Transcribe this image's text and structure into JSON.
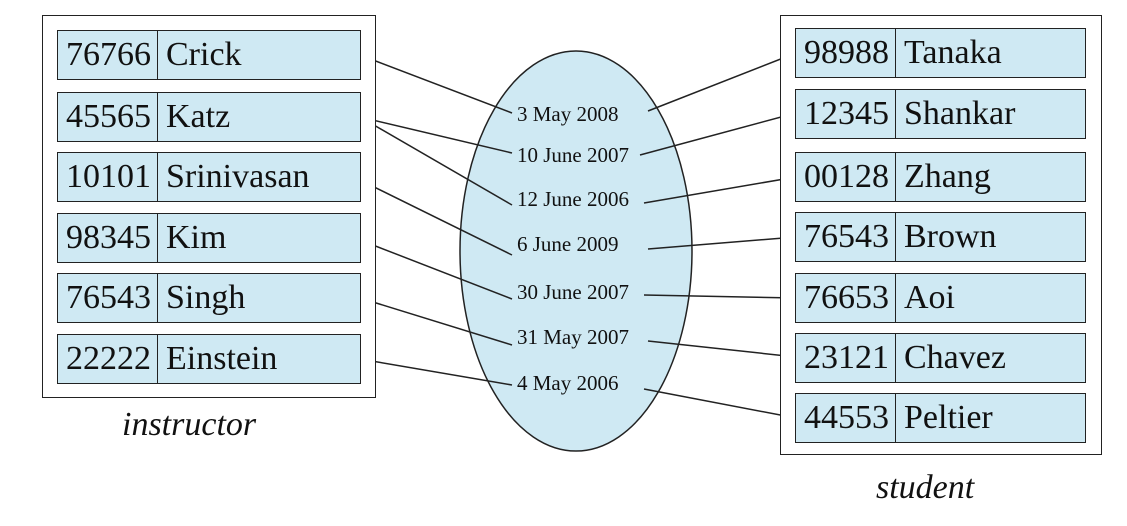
{
  "instructor": {
    "label": "instructor",
    "rows": [
      {
        "id": "76766",
        "name": "Crick"
      },
      {
        "id": "45565",
        "name": "Katz"
      },
      {
        "id": "10101",
        "name": "Srinivasan"
      },
      {
        "id": "98345",
        "name": "Kim"
      },
      {
        "id": "76543",
        "name": "Singh"
      },
      {
        "id": "22222",
        "name": "Einstein"
      }
    ]
  },
  "student": {
    "label": "student",
    "rows": [
      {
        "id": "98988",
        "name": "Tanaka"
      },
      {
        "id": "12345",
        "name": "Shankar"
      },
      {
        "id": "00128",
        "name": "Zhang"
      },
      {
        "id": "76543",
        "name": "Brown"
      },
      {
        "id": "76653",
        "name": "Aoi"
      },
      {
        "id": "23121",
        "name": "Chavez"
      },
      {
        "id": "44553",
        "name": "Peltier"
      }
    ]
  },
  "relationship": {
    "dates": [
      "3 May 2008",
      "10 June 2007",
      "12 June 2006",
      "6 June 2009",
      "30 June 2007",
      "31 May 2007",
      "4 May 2006"
    ],
    "fill": "#cfe9f3"
  }
}
